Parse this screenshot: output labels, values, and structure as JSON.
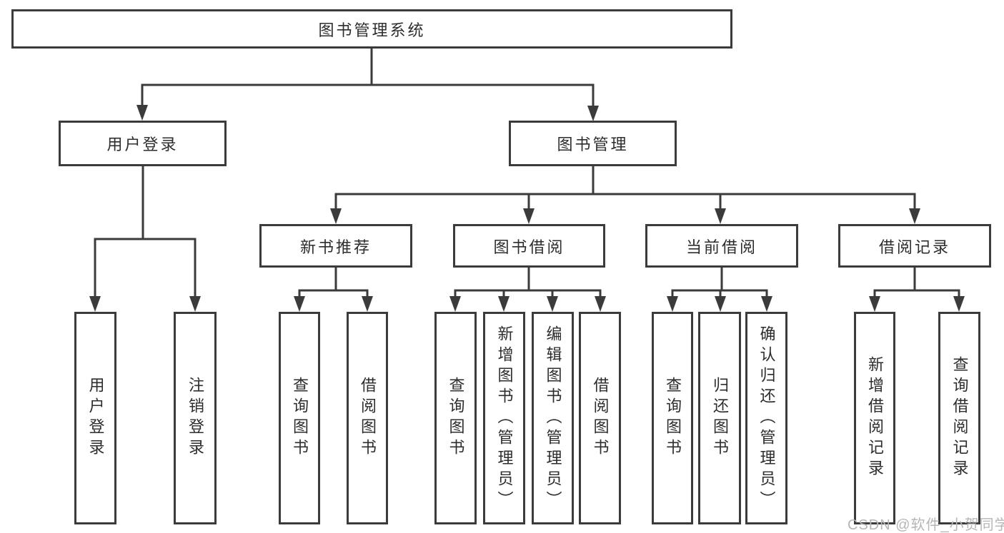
{
  "diagram": {
    "title": "图书管理系统",
    "root": {
      "label": "图书管理系统"
    },
    "branches": [
      {
        "label": "用户登录",
        "children": [
          {
            "label": "用户登录"
          },
          {
            "label": "注销登录"
          }
        ]
      },
      {
        "label": "图书管理",
        "children": [
          {
            "label": "新书推荐",
            "children": [
              {
                "label": "查询图书"
              },
              {
                "label": "借阅图书"
              }
            ]
          },
          {
            "label": "图书借阅",
            "children": [
              {
                "label": "查询图书"
              },
              {
                "label": "新增图书（管理员）"
              },
              {
                "label": "编辑图书（管理员）"
              },
              {
                "label": "借阅图书"
              }
            ]
          },
          {
            "label": "当前借阅",
            "children": [
              {
                "label": "查询图书"
              },
              {
                "label": "归还图书"
              },
              {
                "label": "确认归还（管理员）"
              }
            ]
          },
          {
            "label": "借阅记录",
            "children": [
              {
                "label": "新增借阅记录"
              },
              {
                "label": "查询借阅记录"
              }
            ]
          }
        ]
      }
    ]
  },
  "watermark": {
    "text": "CSDN @软件_小贺同学"
  },
  "colors": {
    "line": "#3b3b3b",
    "text": "#2d2d2d",
    "background": "#ffffff",
    "watermark": "#b6b6b6"
  }
}
